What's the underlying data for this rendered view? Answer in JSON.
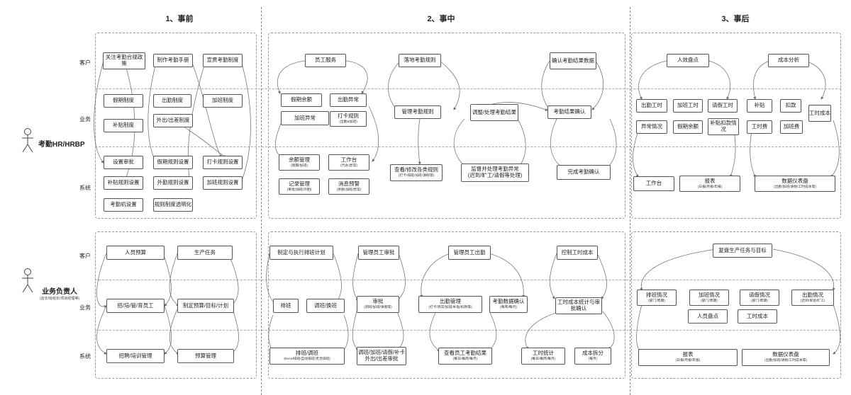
{
  "phases": [
    "1、事前",
    "2、事中",
    "3、事后"
  ],
  "rows": {
    "customer": "客户",
    "business": "业务",
    "system": "系统"
  },
  "roles": {
    "hr": {
      "name": "考勤HR/HRBP"
    },
    "biz": {
      "name": "业务负责人",
      "sub": "(店长/班组长/项目经理等)"
    }
  },
  "hr": {
    "customer": [
      "关注考勤合规政策",
      "制作考勤手册",
      "宣贯考勤制度",
      "员工服务",
      "落地考勤规则",
      "确认考勤结果数据",
      "人效盘点",
      "成本分析"
    ],
    "business": [
      {
        "t": "假期制度"
      },
      {
        "t": "出勤制度"
      },
      {
        "t": "加班制度"
      },
      {
        "t": "补贴制度"
      },
      {
        "t": "外出/出差制度"
      },
      {
        "t": "假期余额"
      },
      {
        "t": "出勤异常"
      },
      {
        "t": "加班异常"
      },
      {
        "t": "打卡规则",
        "s": "(出勤&加班)"
      },
      {
        "t": "管理考勤规则"
      },
      {
        "t": "调整/处理考勤结果"
      },
      {
        "t": "考勤结果确认"
      },
      {
        "t": "出勤工时"
      },
      {
        "t": "加班工时"
      },
      {
        "t": "请假工时"
      },
      {
        "t": "补贴"
      },
      {
        "t": "扣款"
      },
      {
        "t": "工时成本"
      },
      {
        "t": "异常情况"
      },
      {
        "t": "假期余额"
      },
      {
        "t": "补贴扣款情况"
      },
      {
        "t": "工时费"
      },
      {
        "t": "加班费"
      }
    ],
    "system": [
      {
        "t": "设置审批"
      },
      {
        "t": "假期规则设置"
      },
      {
        "t": "打卡规则设置"
      },
      {
        "t": "补贴规则设置"
      },
      {
        "t": "外勤规则设置"
      },
      {
        "t": "加班规则设置"
      },
      {
        "t": "考勤机设置"
      },
      {
        "t": "规则制度透明化"
      },
      {
        "t": "余额管理",
        "s": "(假期/加班)"
      },
      {
        "t": "工作台",
        "s": "(代办/异常)"
      },
      {
        "t": "记录管理",
        "s": "(审批/加班/外勤)"
      },
      {
        "t": "消息预警",
        "s": "(余额/加班/异常)"
      },
      {
        "t": "查看/修改各类规则",
        "s": "(打卡/排班/加班/请假等)"
      },
      {
        "t": "监督并处理考勤异常",
        "t2": "(迟到/旷工/请假等处理)"
      },
      {
        "t": "完成考勤确认"
      },
      {
        "t": "工作台"
      },
      {
        "t": "报表",
        "s": "(日报/月报/年报)"
      },
      {
        "t": "数据仪表盘",
        "s": "(出勤/加班/请假/工时成本等)"
      }
    ]
  },
  "biz": {
    "customer": [
      "人员预算",
      "生产任务",
      "制定与执行排班计划",
      "管理员工审批",
      "管理员工出勤",
      "控制工时成本",
      "复盘生产任务与目标"
    ],
    "business": [
      {
        "t": "招/培/管/育员工"
      },
      {
        "t": "制定预算/目标/计划"
      },
      {
        "t": "排班"
      },
      {
        "t": "调班/换班"
      },
      {
        "t": "审批",
        "s": "(调班/加班/请假等)"
      },
      {
        "t": "出勤管理",
        "s": "(打卡/异常/加班/补贴/扣款等)"
      },
      {
        "t": "考勤数据确认",
        "s": "(每周/每月)"
      },
      {
        "t": "工时成本统计与审批确认"
      },
      {
        "t": "排班情况",
        "s": "(部门/周期)"
      },
      {
        "t": "加班情况",
        "s": "(部门/周期)"
      },
      {
        "t": "请假情况",
        "s": "(部门/周期)"
      },
      {
        "t": "出勤情况",
        "s": "(迟到/早退/旷工)"
      },
      {
        "t": "人员盘点"
      },
      {
        "t": "工时成本"
      }
    ],
    "system": [
      {
        "t": "招聘/培训管理"
      },
      {
        "t": "预算管理"
      },
      {
        "t": "排班/调班",
        "s": "(Excel排班/自动排班/灵活排班)"
      },
      {
        "t": "调班/加班/请假/补卡外出/出差审批"
      },
      {
        "t": "查看员工考勤结果",
        "s": "(每日/每周/每月)"
      },
      {
        "t": "工时统计",
        "s": "(每日/每周/每月)"
      },
      {
        "t": "成本拆分",
        "s": "(每月)"
      },
      {
        "t": "报表",
        "s": "(日报/月报/年报)"
      },
      {
        "t": "数据仪表盘",
        "s": "(出勤/加班/请假/工时成本等)"
      }
    ]
  }
}
